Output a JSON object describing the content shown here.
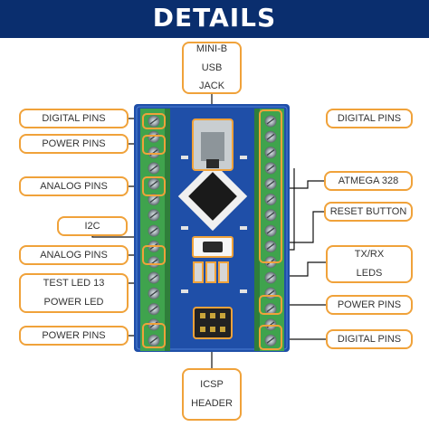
{
  "header": {
    "title": "DETAILS"
  },
  "labels": {
    "usb": [
      "MINI-B",
      "USB",
      "JACK"
    ],
    "digital_left": "DIGITAL PINS",
    "power_left_1": "POWER PINS",
    "analog_left_1": "ANALOG PINS",
    "i2c": "I2C",
    "analog_left_2": "ANALOG PINS",
    "led": [
      "TEST LED 13",
      "POWER LED"
    ],
    "power_left_2": "POWER PINS",
    "digital_right_1": "DIGITAL PINS",
    "atmega": "ATMEGA 328",
    "reset": "RESET BUTTON",
    "txrx": [
      "TX/RX",
      "LEDS"
    ],
    "power_right": "POWER PINS",
    "digital_right_2": "DIGITAL PINS",
    "icsp": [
      "ICSP",
      "HEADER"
    ]
  },
  "colors": {
    "banner": "#0a2e6e",
    "label_border": "#f0a23a",
    "board": "#1f4fa8",
    "terminal": "#3fa34d"
  }
}
